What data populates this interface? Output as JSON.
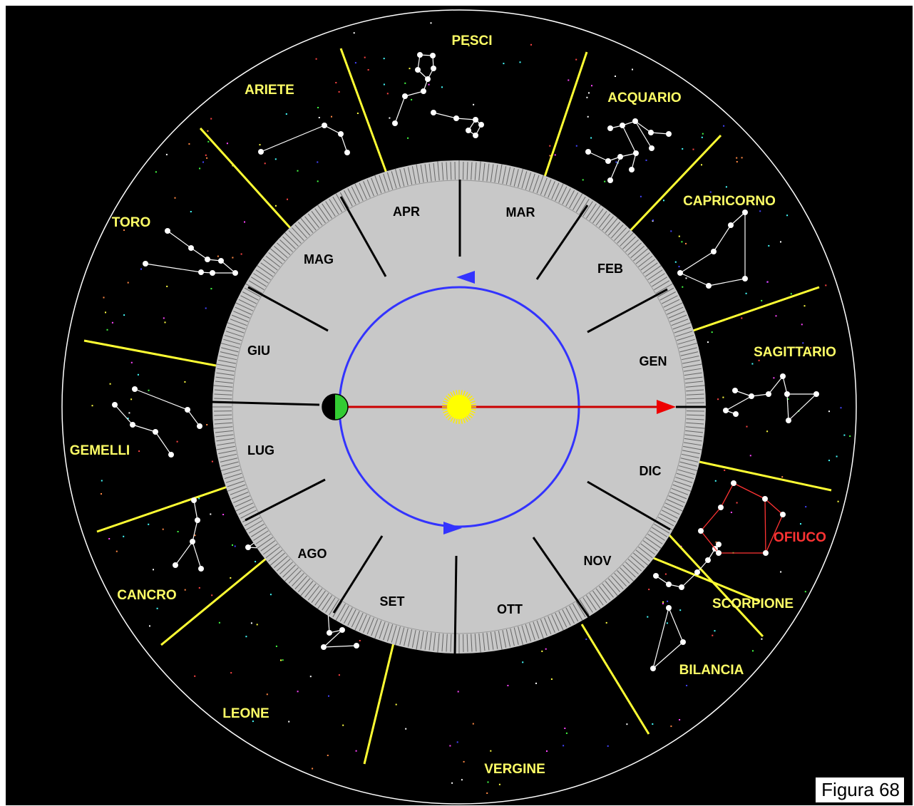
{
  "caption": "Figura 68",
  "colors": {
    "background": "#000000",
    "outer_circle": "#ffffff",
    "zodiac_divider": "#ffff33",
    "zodiac_label": "#ffff66",
    "ophiuchus": "#ff3333",
    "constellation": "#ffffff",
    "dial_fill": "#c8c8c8",
    "dial_ticks": "#666666",
    "orbit": "#3333ff",
    "sun_earth_line": "#cc0000",
    "sun": "#ffff00",
    "earth_lit": "#33cc33",
    "earth_dark": "#000000"
  },
  "icons": {
    "sun": "sun-icon",
    "earth": "earth-icon",
    "orbit_arrow": "triangle-arrow-icon"
  },
  "zodiac": [
    {
      "name": "PESCI"
    },
    {
      "name": "ACQUARIO"
    },
    {
      "name": "CAPRICORNO"
    },
    {
      "name": "SAGITTARIO"
    },
    {
      "name": "OFIUCO",
      "highlight": true
    },
    {
      "name": "SCORPIONE"
    },
    {
      "name": "BILANCIA"
    },
    {
      "name": "VERGINE"
    },
    {
      "name": "LEONE"
    },
    {
      "name": "CANCRO"
    },
    {
      "name": "GEMELLI"
    },
    {
      "name": "TORO"
    },
    {
      "name": "ARIETE"
    }
  ],
  "months": [
    "APR",
    "MAR",
    "FEB",
    "GEN",
    "DIC",
    "NOV",
    "OTT",
    "SET",
    "AGO",
    "LUG",
    "GIU",
    "MAG"
  ]
}
